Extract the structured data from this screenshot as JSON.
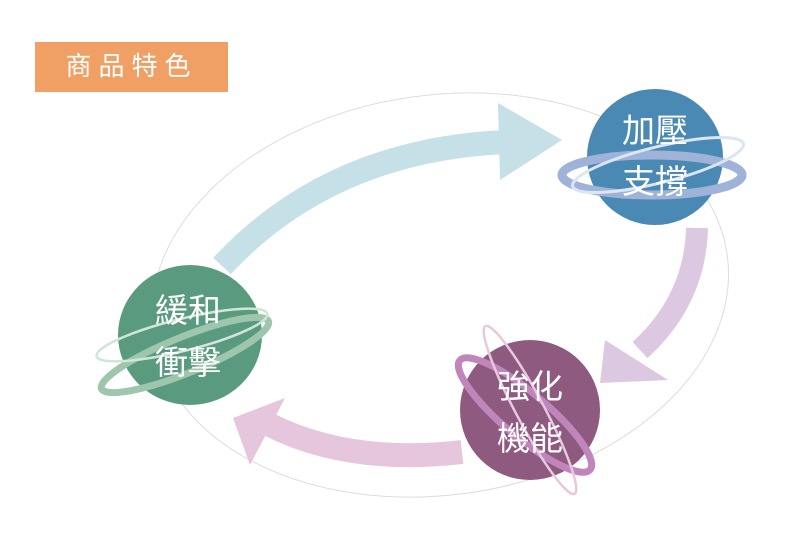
{
  "title": "商品特色",
  "nodes": [
    {
      "line1": "加壓",
      "line2": "支撐",
      "color": "#4a89b4",
      "ring": "#9fb3d8"
    },
    {
      "line1": "強化",
      "line2": "機能",
      "color": "#8f5a80",
      "ring": "#c085bb"
    },
    {
      "line1": "緩和",
      "line2": "衝擊",
      "color": "#5a9b80",
      "ring": "#9dc6ad"
    }
  ],
  "arrow_colors": {
    "top": "#c5e0e6",
    "right": "#dcc8e0",
    "bottom": "#e6c6dc"
  }
}
